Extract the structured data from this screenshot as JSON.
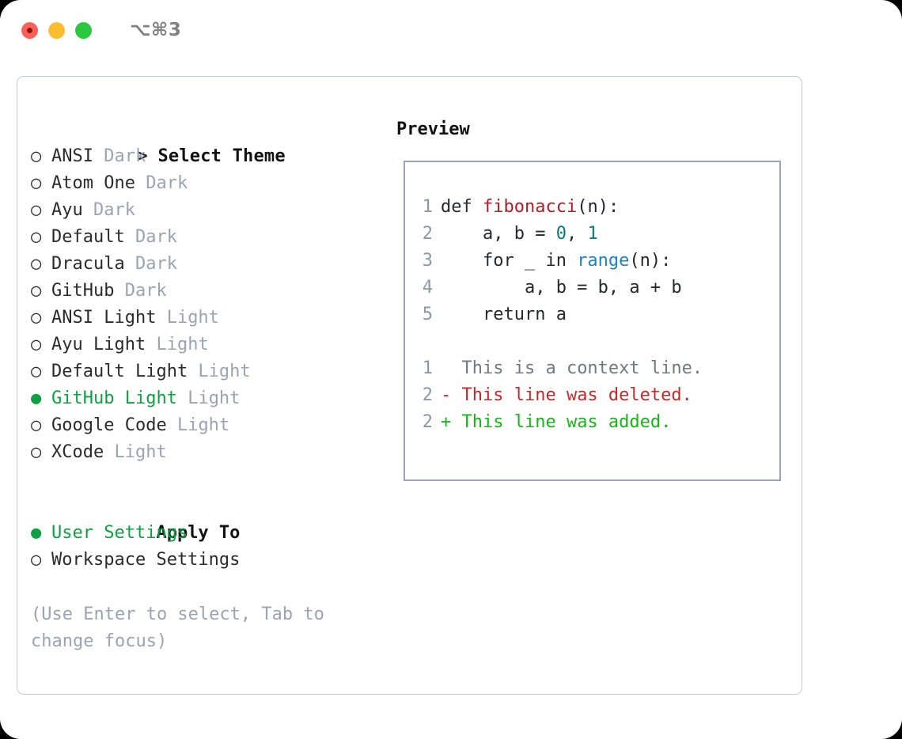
{
  "window": {
    "title": "⌥⌘3",
    "traffic_lights": [
      "close-red",
      "minimize-yellow",
      "maximize-green"
    ]
  },
  "left": {
    "header_marker": ">",
    "header_label": "Select Theme",
    "unselected_marker": "○",
    "selected_marker": "●",
    "themes": [
      {
        "name": "ANSI",
        "kind": "Dark",
        "selected": false
      },
      {
        "name": "Atom One",
        "kind": "Dark",
        "selected": false
      },
      {
        "name": "Ayu",
        "kind": "Dark",
        "selected": false
      },
      {
        "name": "Default",
        "kind": "Dark",
        "selected": false
      },
      {
        "name": "Dracula",
        "kind": "Dark",
        "selected": false
      },
      {
        "name": "GitHub",
        "kind": "Dark",
        "selected": false
      },
      {
        "name": "ANSI Light",
        "kind": "Light",
        "selected": false
      },
      {
        "name": "Ayu Light",
        "kind": "Light",
        "selected": false
      },
      {
        "name": "Default Light",
        "kind": "Light",
        "selected": false
      },
      {
        "name": "GitHub Light",
        "kind": "Light",
        "selected": true
      },
      {
        "name": "Google Code",
        "kind": "Light",
        "selected": false
      },
      {
        "name": "XCode",
        "kind": "Light",
        "selected": false
      }
    ],
    "apply_to_label": "Apply To",
    "apply_to_options": [
      {
        "name": "User Settings",
        "selected": true
      },
      {
        "name": "Workspace Settings",
        "selected": false
      }
    ],
    "hint": "(Use Enter to select, Tab to change focus)"
  },
  "preview": {
    "title": "Preview",
    "code_lines": [
      {
        "num": "1",
        "tokens": [
          {
            "t": "def ",
            "c": "plain"
          },
          {
            "t": "fibonacci",
            "c": "fn"
          },
          {
            "t": "(n):",
            "c": "plain"
          }
        ]
      },
      {
        "num": "2",
        "tokens": [
          {
            "t": "    a, b = ",
            "c": "plain"
          },
          {
            "t": "0",
            "c": "num"
          },
          {
            "t": ", ",
            "c": "plain"
          },
          {
            "t": "1",
            "c": "num"
          }
        ]
      },
      {
        "num": "3",
        "tokens": [
          {
            "t": "    for _ in ",
            "c": "plain"
          },
          {
            "t": "range",
            "c": "kw"
          },
          {
            "t": "(n):",
            "c": "plain"
          }
        ]
      },
      {
        "num": "4",
        "tokens": [
          {
            "t": "        a, b = b, a + b",
            "c": "plain"
          }
        ]
      },
      {
        "num": "5",
        "tokens": [
          {
            "t": "    return a",
            "c": "plain"
          }
        ]
      }
    ],
    "diff_lines": [
      {
        "num": "1",
        "sign": " ",
        "text": " This is a context line.",
        "kind": "ctx"
      },
      {
        "num": "2",
        "sign": "-",
        "text": " This line was deleted.",
        "kind": "del"
      },
      {
        "num": "2",
        "sign": "+",
        "text": " This line was added.",
        "kind": "add"
      }
    ]
  },
  "colors": {
    "accent_green": "#0ea043",
    "muted": "#9aa4b2",
    "fn_red": "#b31d28",
    "num_teal": "#0a7c7c",
    "kw_blue": "#1b84c4",
    "diff_add": "#14b814",
    "diff_del": "#c82828",
    "border": "#98a6b8"
  }
}
